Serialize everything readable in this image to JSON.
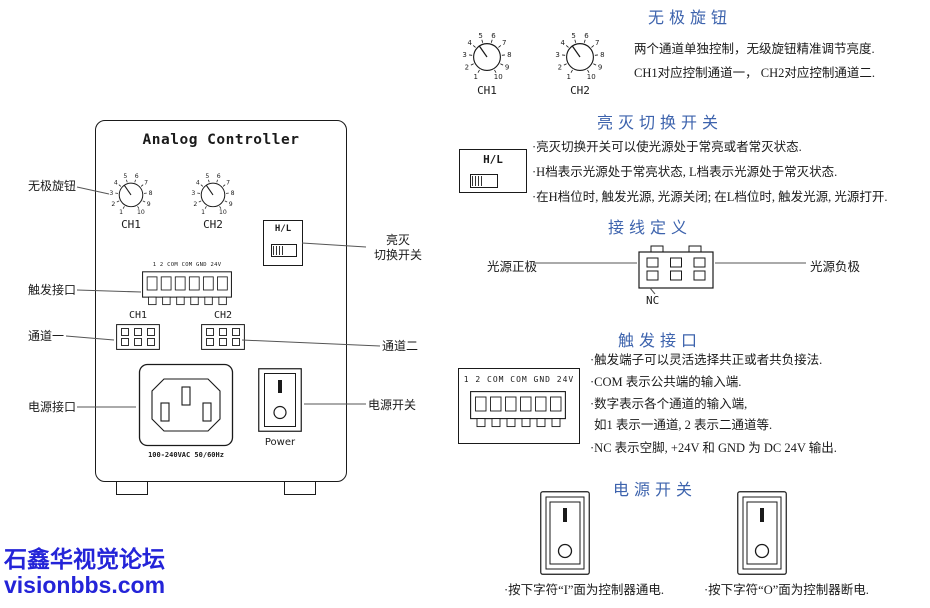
{
  "device": {
    "title": "Analog Controller",
    "knob_ticks": [
      "1",
      "2",
      "3",
      "4",
      "5",
      "6",
      "7",
      "8",
      "9",
      "10"
    ],
    "ch1": "CH1",
    "ch2": "CH2",
    "hl": "H/L",
    "terminal_header": "1  2  COM COM GND 24V",
    "power_rating": "100-240VAC 50/60Hz",
    "power_label": "Power",
    "callouts": {
      "stepless_knob": "无极旋钮",
      "trigger_port": "触发接口",
      "channel_one": "通道一",
      "power_port": "电源接口",
      "hl_line1": "亮灭",
      "hl_line2": "切换开关",
      "channel_two": "通道二",
      "power_switch": "电源开关"
    }
  },
  "sections": {
    "knob": {
      "title": "无极旋钮",
      "ch1": "CH1",
      "ch2": "CH2",
      "line1": "两个通道单独控制，无级旋钮精准调节亮度.",
      "line2": "CH1对应控制通道一， CH2对应控制通道二."
    },
    "hl": {
      "title": "亮灭切换开关",
      "hl": "H/L",
      "bullets": [
        "·亮灭切换开关可以使光源处于常亮或者常灭状态.",
        "·H档表示光源处于常亮状态, L档表示光源处于常灭状态.",
        "·在H档位时, 触发光源, 光源关闭; 在L档位时, 触发光源, 光源打开."
      ]
    },
    "wiring": {
      "title": "接线定义",
      "positive": "光源正极",
      "negative": "光源负极",
      "nc": "NC"
    },
    "trigger": {
      "title": "触发接口",
      "terminal_header": "1  2  COM COM GND 24V",
      "bullets": [
        "·触发端子可以灵活选择共正或者共负接法.",
        "·COM 表示公共端的输入端.",
        "·数字表示各个通道的输入端,",
        "如1 表示一通道, 2 表示二通道等.",
        "·NC 表示空脚, +24V 和 GND 为 DC 24V 输出."
      ]
    },
    "power": {
      "title": "电源开关",
      "caption_on": "·按下字符“I”面为控制器通电.",
      "caption_off": "·按下字符“O”面为控制器断电."
    }
  },
  "watermark": {
    "line1": "石鑫华视觉论坛",
    "line2": "visionbbs.com"
  },
  "colors": {
    "section_title": "#3d63ad",
    "watermark": "#2424d8",
    "leader_line": "#555555",
    "ink": "#1a1a1a"
  }
}
